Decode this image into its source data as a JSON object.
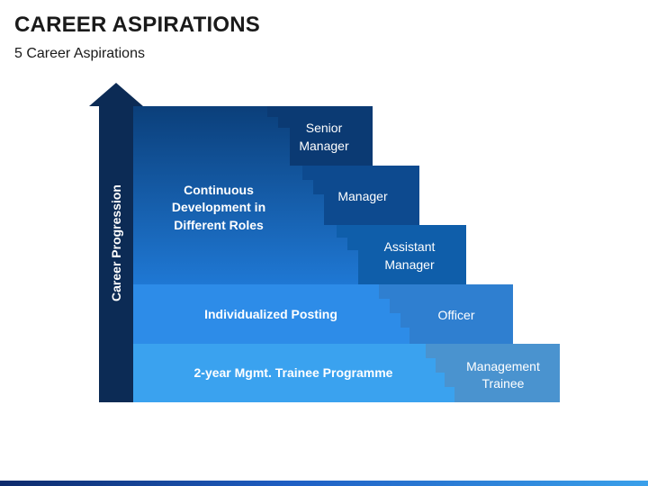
{
  "header": {
    "title": "CAREER ASPIRATIONS",
    "subtitle": "5 Career Aspirations"
  },
  "arrow": {
    "label": "Career Progression"
  },
  "levels": [
    {
      "line1": "Senior",
      "line2": "Manager",
      "color": "#0b3a73"
    },
    {
      "line1": "Manager",
      "line2": "",
      "color": "#0d4a8f"
    },
    {
      "line1": "Assistant",
      "line2": "Manager",
      "color": "#0f5eaa"
    },
    {
      "line1": "Officer",
      "line2": "",
      "color": "#2f7fd0"
    },
    {
      "line1": "Management",
      "line2": "Trainee",
      "color": "#4a93cf"
    }
  ],
  "bands": {
    "top": {
      "line1": "Continuous",
      "line2": "Development in",
      "line3": "Different Roles"
    },
    "middle": {
      "label": "Individualized Posting"
    },
    "bottom": {
      "label": "2-year Mgmt. Trainee Programme"
    }
  },
  "colors": {
    "arrow": "#0c2b55",
    "band_top_start": "#0c4a8a",
    "band_top_end": "#1e78d2",
    "band_middle": "#2d8ce8",
    "band_bottom": "#3aa2ef"
  }
}
